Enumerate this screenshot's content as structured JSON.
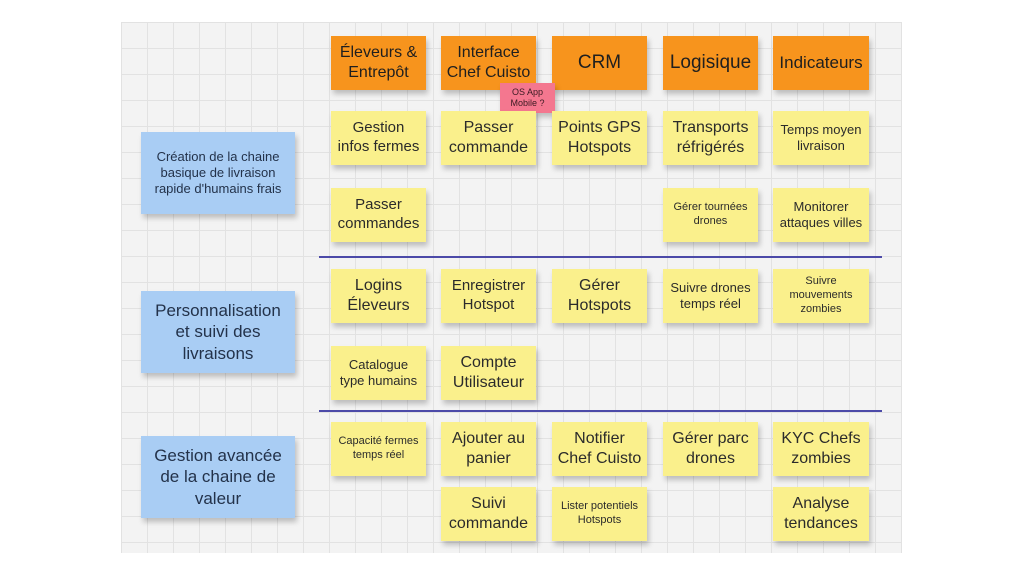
{
  "headers": [
    "Éleveurs &\nEntrepôt",
    "Interface\nChef Cuisto",
    "CRM",
    "Logisique",
    "Indicateurs"
  ],
  "comment": "OS App\nMobile ?",
  "rows": [
    "Création de la chaine\nbasique de livraison\nrapide d'humains frais",
    "Personnalisation\net suivi des\nlivraisons",
    "Gestion avancée\nde la chaine de\nvaleur"
  ],
  "cards": {
    "gestion_infos_fermes": "Gestion\ninfos fermes",
    "passer_commande": "Passer\ncommande",
    "points_gps_hotspots": "Points GPS\nHotspots",
    "transports_refrigeres": "Transports\nréfrigérés",
    "temps_moyen_livraison": "Temps moyen\nlivraison",
    "passer_commandes": "Passer\ncommandes",
    "gerer_tournees_drones": "Gérer tournées\ndrones",
    "monitorer_attaques_villes": "Monitorer\nattaques villes",
    "logins_eleveurs": "Logins\nÉleveurs",
    "enregistrer_hotspot": "Enregistrer\nHotspot",
    "gerer_hotspots": "Gérer\nHotspots",
    "suivre_drones_temps_reel": "Suivre drones\ntemps réel",
    "suivre_mouvements_zombies": "Suivre\nmouvements\nzombies",
    "catalogue_type_humains": "Catalogue\ntype humains",
    "compte_utilisateur": "Compte\nUtilisateur",
    "capacite_fermes_temps_reel": "Capacité fermes\ntemps réel",
    "ajouter_au_panier": "Ajouter au\npanier",
    "notifier_chef_cuisto": "Notifier\nChef Cuisto",
    "gerer_parc_drones": "Gérer parc\ndrones",
    "kyc_chefs_zombies": "KYC Chefs\nzombies",
    "suivi_commande": "Suivi\ncommande",
    "lister_potentiels_hotspots": "Lister potentiels\nHotspots",
    "analyse_tendances": "Analyse\ntendances"
  },
  "colors": {
    "header": "#f7941d",
    "card": "#faf08c",
    "row_label": "#a9cdf4",
    "comment": "#f4778f",
    "divider": "#4c4aa8"
  }
}
